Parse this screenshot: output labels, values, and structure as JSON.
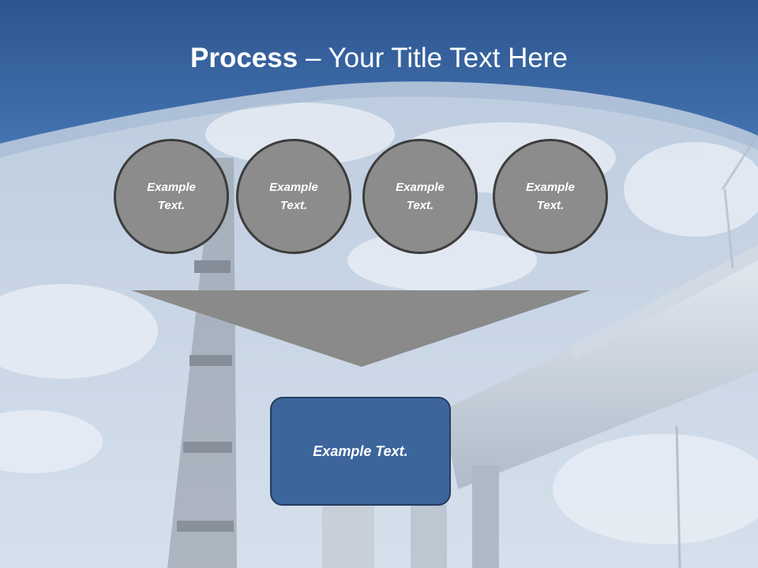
{
  "title": {
    "bold": "Process",
    "rest": " – Your Title Text Here"
  },
  "steps": [
    {
      "label": "Example Text."
    },
    {
      "label": "Example Text."
    },
    {
      "label": "Example Text."
    },
    {
      "label": "Example Text."
    }
  ],
  "result": {
    "label": "Example Text."
  },
  "colors": {
    "header": "#3a67a6",
    "circle": "#8c8c8c",
    "funnel": "#8a8a8a",
    "result_box": "#3c659c"
  },
  "background": {
    "description_icon": "industrial-chimney-pipeline-photo"
  }
}
